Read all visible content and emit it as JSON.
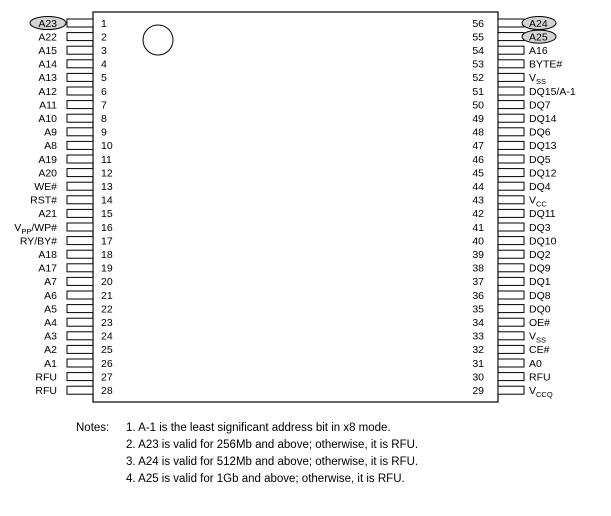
{
  "left_pins": [
    {
      "num": "1",
      "name": "A23",
      "highlight": true
    },
    {
      "num": "2",
      "name": "A22"
    },
    {
      "num": "3",
      "name": "A15"
    },
    {
      "num": "4",
      "name": "A14"
    },
    {
      "num": "5",
      "name": "A13"
    },
    {
      "num": "6",
      "name": "A12"
    },
    {
      "num": "7",
      "name": "A11"
    },
    {
      "num": "8",
      "name": "A10"
    },
    {
      "num": "9",
      "name": "A9"
    },
    {
      "num": "10",
      "name": "A8"
    },
    {
      "num": "11",
      "name": "A19"
    },
    {
      "num": "12",
      "name": "A20"
    },
    {
      "num": "13",
      "name": "WE#"
    },
    {
      "num": "14",
      "name": "RST#"
    },
    {
      "num": "15",
      "name": "A21"
    },
    {
      "num": "16",
      "name": "VPP/WP#",
      "base": "V",
      "sub": "PP",
      "rest": "/WP#"
    },
    {
      "num": "17",
      "name": "RY/BY#"
    },
    {
      "num": "18",
      "name": "A18"
    },
    {
      "num": "19",
      "name": "A17"
    },
    {
      "num": "20",
      "name": "A7"
    },
    {
      "num": "21",
      "name": "A6"
    },
    {
      "num": "22",
      "name": "A5"
    },
    {
      "num": "23",
      "name": "A4"
    },
    {
      "num": "24",
      "name": "A3"
    },
    {
      "num": "25",
      "name": "A2"
    },
    {
      "num": "26",
      "name": "A1"
    },
    {
      "num": "27",
      "name": "RFU"
    },
    {
      "num": "28",
      "name": "RFU"
    }
  ],
  "right_pins": [
    {
      "num": "56",
      "name": "A24",
      "highlight": true
    },
    {
      "num": "55",
      "name": "A25",
      "highlight": true
    },
    {
      "num": "54",
      "name": "A16"
    },
    {
      "num": "53",
      "name": "BYTE#"
    },
    {
      "num": "52",
      "name": "VSS",
      "base": "V",
      "sub": "SS",
      "rest": ""
    },
    {
      "num": "51",
      "name": "DQ15/A-1"
    },
    {
      "num": "50",
      "name": "DQ7"
    },
    {
      "num": "49",
      "name": "DQ14"
    },
    {
      "num": "48",
      "name": "DQ6"
    },
    {
      "num": "47",
      "name": "DQ13"
    },
    {
      "num": "46",
      "name": "DQ5"
    },
    {
      "num": "45",
      "name": "DQ12"
    },
    {
      "num": "44",
      "name": "DQ4"
    },
    {
      "num": "43",
      "name": "VCC",
      "base": "V",
      "sub": "CC",
      "rest": ""
    },
    {
      "num": "42",
      "name": "DQ11"
    },
    {
      "num": "41",
      "name": "DQ3"
    },
    {
      "num": "40",
      "name": "DQ10"
    },
    {
      "num": "39",
      "name": "DQ2"
    },
    {
      "num": "38",
      "name": "DQ9"
    },
    {
      "num": "37",
      "name": "DQ1"
    },
    {
      "num": "36",
      "name": "DQ8"
    },
    {
      "num": "35",
      "name": "DQ0"
    },
    {
      "num": "34",
      "name": "OE#"
    },
    {
      "num": "33",
      "name": "VSS",
      "base": "V",
      "sub": "SS",
      "rest": ""
    },
    {
      "num": "32",
      "name": "CE#"
    },
    {
      "num": "31",
      "name": "A0"
    },
    {
      "num": "30",
      "name": "RFU"
    },
    {
      "num": "29",
      "name": "VCCQ",
      "base": "V",
      "sub": "CCQ",
      "rest": ""
    }
  ],
  "notes": {
    "label": "Notes:",
    "items": [
      "1.  A-1 is the least significant address bit in x8 mode.",
      "2.  A23 is valid for 256Mb and above; otherwise, it is RFU.",
      "3.  A24 is valid for 512Mb and above; otherwise, it is RFU.",
      "4.  A25 is valid for 1Gb and above; otherwise, it is RFU."
    ]
  },
  "colors": {
    "highlight_fill": "#d4d4d4",
    "stroke": "#000000"
  }
}
